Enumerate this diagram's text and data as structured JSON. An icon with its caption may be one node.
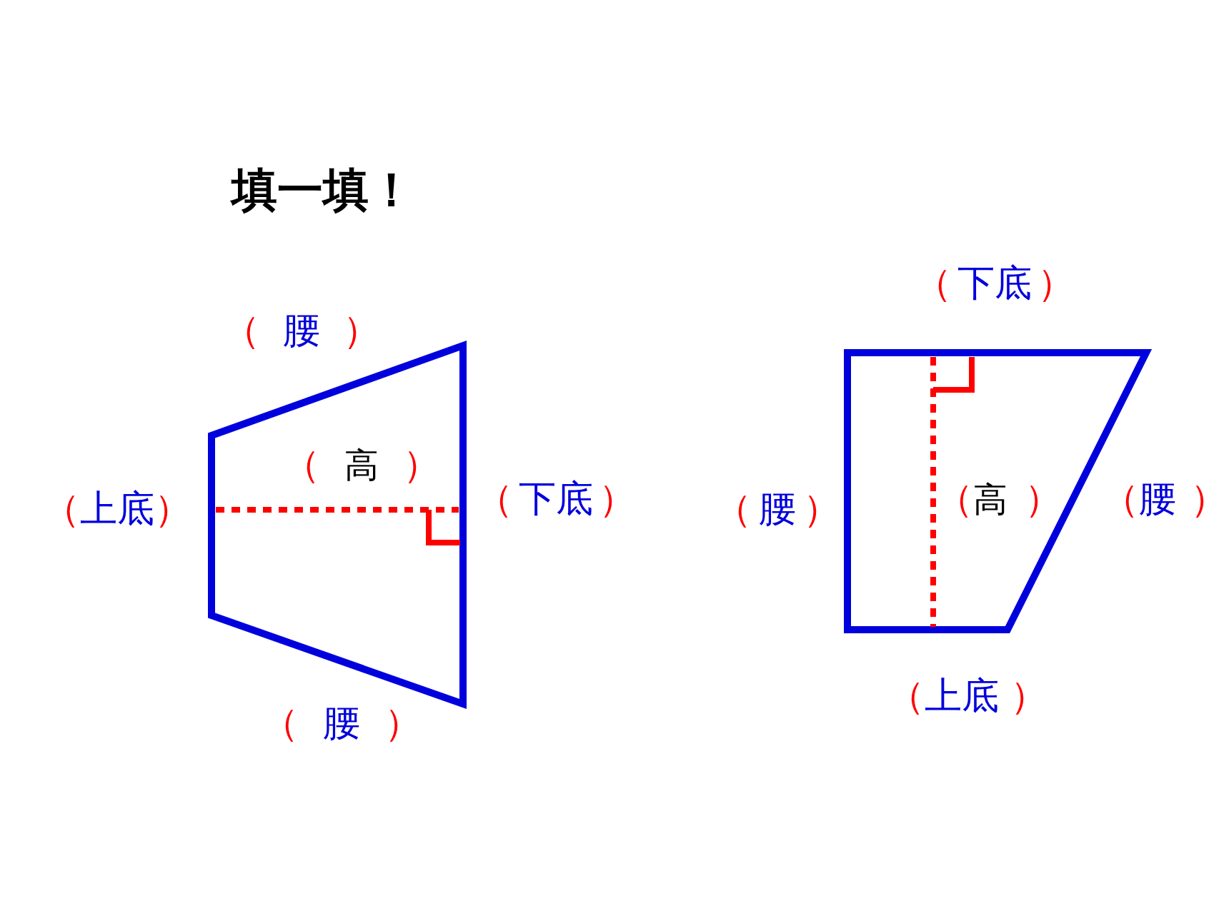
{
  "diagram": {
    "title": "填一填！",
    "labels": [
      "（腰）",
      "（高）",
      "（上底）",
      "（下底）",
      "（腰）",
      "（下底）",
      "（腰）",
      "（高）",
      "（腰）",
      "（上底）"
    ]
  }
}
